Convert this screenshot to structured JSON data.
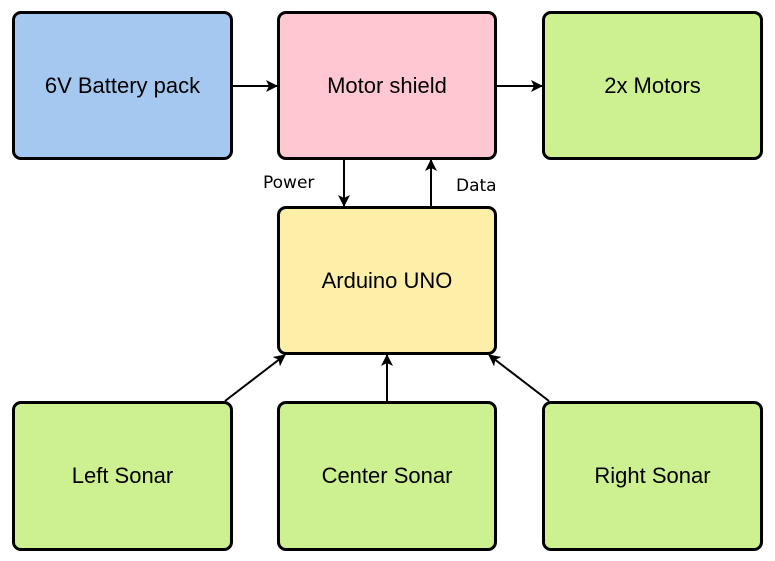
{
  "nodes": {
    "battery": {
      "label": "6V Battery pack",
      "fill": "#a4c8f0"
    },
    "shield": {
      "label": "Motor shield",
      "fill": "#ffc7d2"
    },
    "motors": {
      "label": "2x Motors",
      "fill": "#cdf090"
    },
    "arduino": {
      "label": "Arduino UNO",
      "fill": "#fdefa8"
    },
    "left_sonar": {
      "label": "Left Sonar",
      "fill": "#cdf090"
    },
    "center_sonar": {
      "label": "Center Sonar",
      "fill": "#cdf090"
    },
    "right_sonar": {
      "label": "Right Sonar",
      "fill": "#cdf090"
    }
  },
  "edges": [
    {
      "from": "battery",
      "to": "shield"
    },
    {
      "from": "shield",
      "to": "motors"
    },
    {
      "from": "shield",
      "to": "arduino",
      "label": "Power"
    },
    {
      "from": "arduino",
      "to": "shield",
      "label": "Data"
    },
    {
      "from": "left_sonar",
      "to": "arduino"
    },
    {
      "from": "center_sonar",
      "to": "arduino"
    },
    {
      "from": "right_sonar",
      "to": "arduino"
    }
  ],
  "edge_labels": {
    "power": "Power",
    "data": "Data"
  },
  "colors": {
    "stroke": "#000000"
  }
}
